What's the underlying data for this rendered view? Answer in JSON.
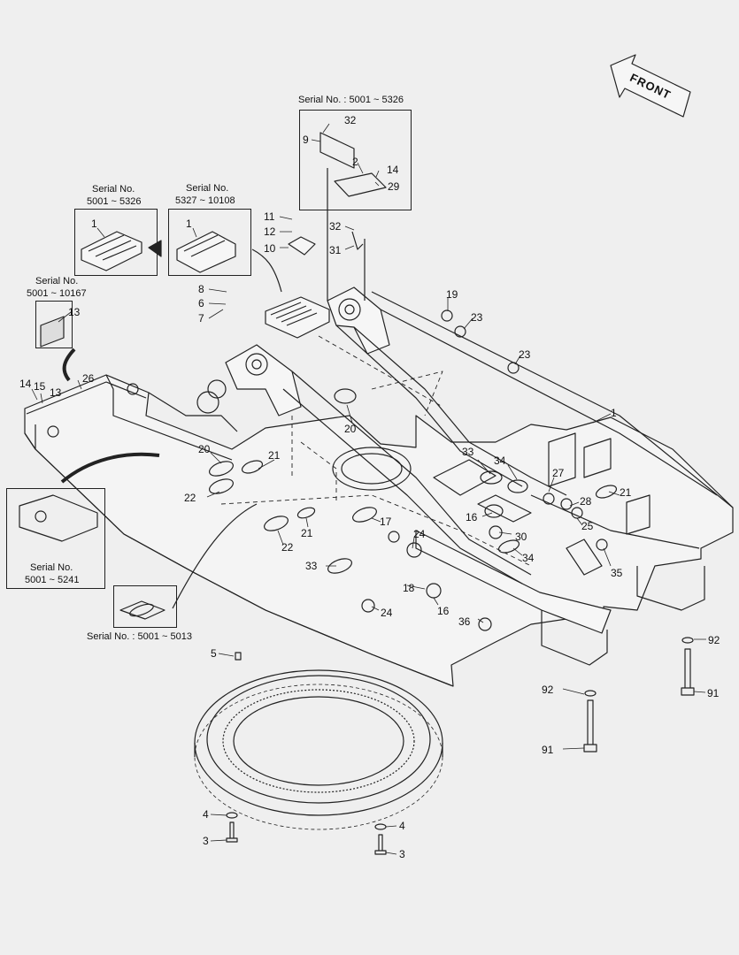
{
  "direction_label": "FRONT",
  "serial_captions": {
    "top_box": "Serial No. : 5001 ~ 5326",
    "step_a_line1": "Serial No.",
    "step_a_line2": "5001 ~ 5326",
    "step_b_line1": "Serial No.",
    "step_b_line2": "5327 ~ 10108",
    "plate_line1": "Serial No.",
    "plate_line2": "5001 ~ 10167",
    "left_detail_line1": "Serial No.",
    "left_detail_line2": "5001 ~ 5241",
    "bottom_detail": "Serial No. : 5001 ~ 5013"
  },
  "callouts": [
    {
      "id": "c32a",
      "text": "32"
    },
    {
      "id": "c9",
      "text": "9"
    },
    {
      "id": "c2",
      "text": "2"
    },
    {
      "id": "c14a",
      "text": "14"
    },
    {
      "id": "c29",
      "text": "29"
    },
    {
      "id": "c1a",
      "text": "1"
    },
    {
      "id": "c1b",
      "text": "1"
    },
    {
      "id": "c11",
      "text": "11"
    },
    {
      "id": "c12",
      "text": "12"
    },
    {
      "id": "c10",
      "text": "10"
    },
    {
      "id": "c32b",
      "text": "32"
    },
    {
      "id": "c31",
      "text": "31"
    },
    {
      "id": "c13a",
      "text": "13"
    },
    {
      "id": "c8",
      "text": "8"
    },
    {
      "id": "c6",
      "text": "6"
    },
    {
      "id": "c7",
      "text": "7"
    },
    {
      "id": "c19",
      "text": "19"
    },
    {
      "id": "c23a",
      "text": "23"
    },
    {
      "id": "c23b",
      "text": "23"
    },
    {
      "id": "c14b",
      "text": "14"
    },
    {
      "id": "c15",
      "text": "15"
    },
    {
      "id": "c13b",
      "text": "13"
    },
    {
      "id": "c26",
      "text": "26"
    },
    {
      "id": "c1c",
      "text": "1"
    },
    {
      "id": "c20a",
      "text": "20"
    },
    {
      "id": "c20b",
      "text": "20"
    },
    {
      "id": "c21a",
      "text": "21"
    },
    {
      "id": "c22a",
      "text": "22"
    },
    {
      "id": "c21b",
      "text": "21"
    },
    {
      "id": "c22b",
      "text": "22"
    },
    {
      "id": "c33a",
      "text": "33"
    },
    {
      "id": "c34a",
      "text": "34"
    },
    {
      "id": "c27",
      "text": "27"
    },
    {
      "id": "c28",
      "text": "28"
    },
    {
      "id": "c21c",
      "text": "21"
    },
    {
      "id": "c16a",
      "text": "16"
    },
    {
      "id": "c25",
      "text": "25"
    },
    {
      "id": "c17",
      "text": "17"
    },
    {
      "id": "c24a",
      "text": "24"
    },
    {
      "id": "c30",
      "text": "30"
    },
    {
      "id": "c34b",
      "text": "34"
    },
    {
      "id": "c33b",
      "text": "33"
    },
    {
      "id": "c35",
      "text": "35"
    },
    {
      "id": "c18",
      "text": "18"
    },
    {
      "id": "c16b",
      "text": "16"
    },
    {
      "id": "c24b",
      "text": "24"
    },
    {
      "id": "c36",
      "text": "36"
    },
    {
      "id": "c92a",
      "text": "92"
    },
    {
      "id": "c91a",
      "text": "91"
    },
    {
      "id": "c92b",
      "text": "92"
    },
    {
      "id": "c91b",
      "text": "91"
    },
    {
      "id": "c5",
      "text": "5"
    },
    {
      "id": "c4a",
      "text": "4"
    },
    {
      "id": "c3a",
      "text": "3"
    },
    {
      "id": "c4b",
      "text": "4"
    },
    {
      "id": "c3b",
      "text": "3"
    }
  ],
  "colors": {
    "line": "#222222",
    "background": "#efefef",
    "panel": "#f6f6f6"
  },
  "icons": {
    "direction": "front-arrow-icon"
  }
}
